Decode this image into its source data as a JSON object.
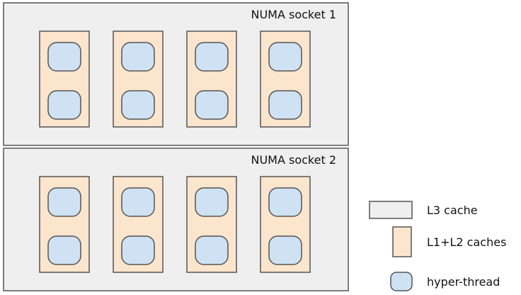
{
  "sockets": [
    {
      "label": "NUMA socket 1",
      "cores": 4,
      "threads_per_core": 2
    },
    {
      "label": "NUMA socket 2",
      "cores": 4,
      "threads_per_core": 2
    }
  ],
  "legend": {
    "l3": "L3 cache",
    "l12": "L1+L2 caches",
    "ht": "hyper-thread"
  },
  "colors": {
    "l3_fill": "#efefef",
    "l12_fill": "#fce5cd",
    "ht_fill": "#cfe2f3",
    "stroke": "#555555"
  }
}
